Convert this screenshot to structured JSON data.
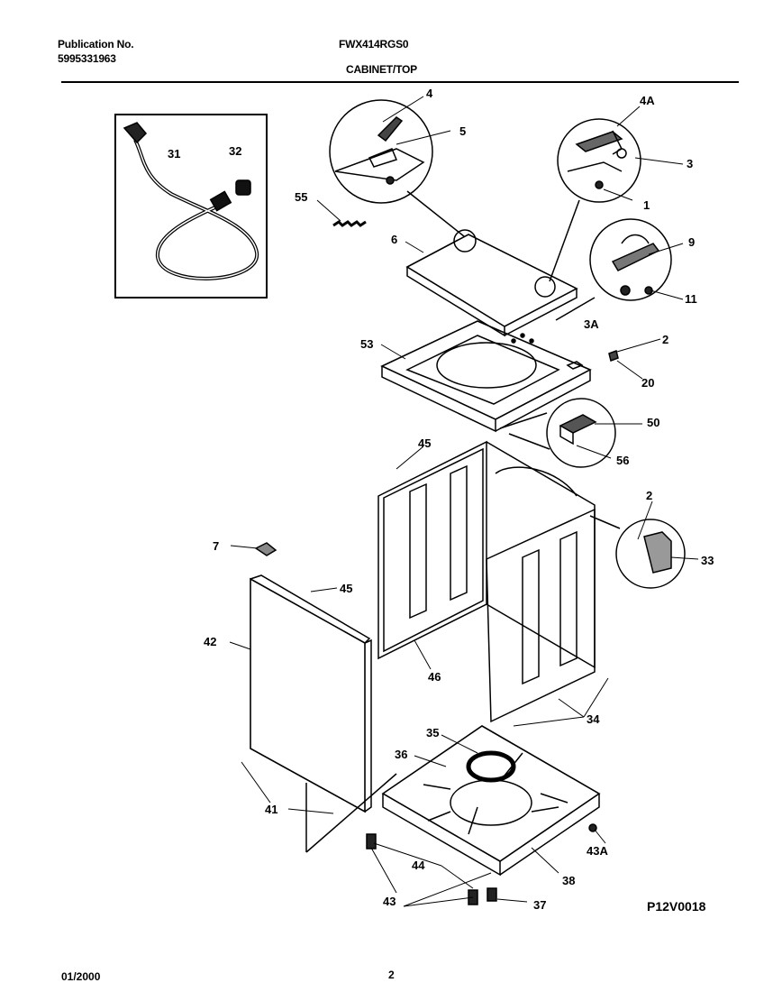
{
  "header": {
    "publication_label": "Publication No.",
    "publication_number": "5995331963",
    "model": "FWX414RGS0",
    "section": "CABINET/TOP"
  },
  "footer": {
    "date": "01/2000",
    "page": "2"
  },
  "diagram_code": "P12V0018",
  "callouts": {
    "c1": "1",
    "c2a": "2",
    "c2b": "2",
    "c3": "3",
    "c3a": "3A",
    "c4": "4",
    "c4a": "4A",
    "c5": "5",
    "c6": "6",
    "c7": "7",
    "c9": "9",
    "c11": "11",
    "c20": "20",
    "c31": "31",
    "c32": "32",
    "c33": "33",
    "c34": "34",
    "c35": "35",
    "c36": "36",
    "c37": "37",
    "c38": "38",
    "c41": "41",
    "c42": "42",
    "c43": "43",
    "c43a": "43A",
    "c44": "44",
    "c45a": "45",
    "c45b": "45",
    "c46": "46",
    "c50": "50",
    "c53": "53",
    "c55": "55",
    "c56": "56"
  }
}
